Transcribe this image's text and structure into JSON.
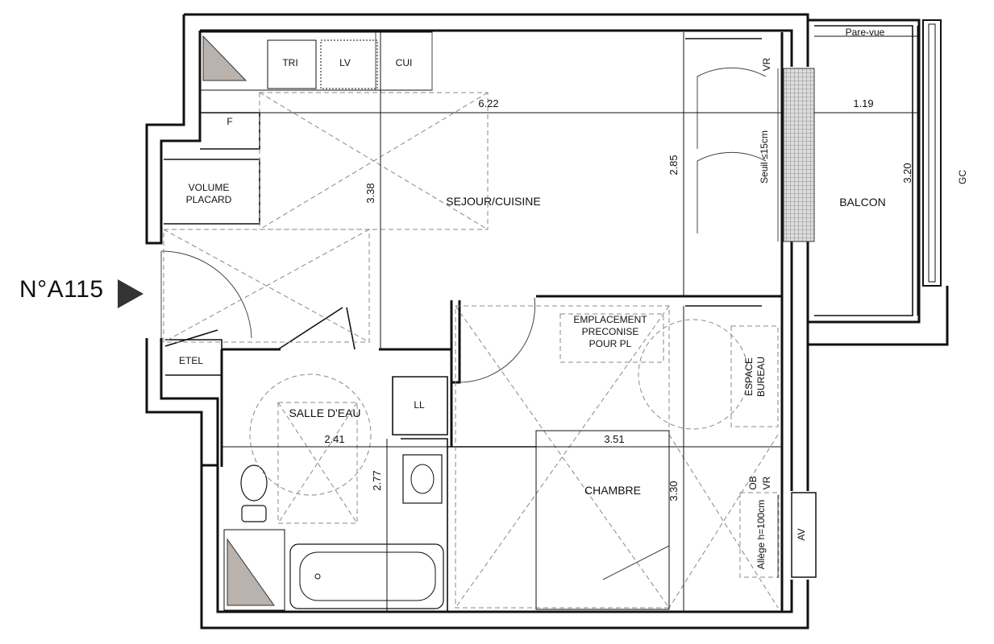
{
  "apartment": {
    "label": "N°A115"
  },
  "rooms": {
    "sejour": "SEJOUR/CUISINE",
    "chambre": "CHAMBRE",
    "salle_eau": "SALLE D'EAU",
    "balcon": "BALCON",
    "volume_placard_1": "VOLUME",
    "volume_placard_2": "PLACARD",
    "etel": "ETEL",
    "ll": "LL",
    "emplacement_1": "EMPLACEMENT",
    "emplacement_2": "PRECONISE",
    "emplacement_3": "POUR PL",
    "espace_bureau_1": "ESPACE",
    "espace_bureau_2": "BUREAU"
  },
  "kitchen": {
    "tri": "TRI",
    "lv": "LV",
    "cui": "CUI",
    "f": "F"
  },
  "labels": {
    "pare_vue": "Pare-vue",
    "gc": "GC",
    "seuil": "Seuil ≤15cm",
    "vr_1": "VR",
    "vr_2": "VR",
    "ob": "OB",
    "av": "AV",
    "allege": "Allège h=100cm"
  },
  "dimensions": {
    "sejour_width": "6.22",
    "sejour_depth": "3.38",
    "sejour_height_2": "2.85",
    "balcon_width": "1.19",
    "balcon_depth": "3.20",
    "sde_width": "2.41",
    "sde_depth": "2.77",
    "chambre_width": "3.51",
    "chambre_depth": "3.30"
  }
}
